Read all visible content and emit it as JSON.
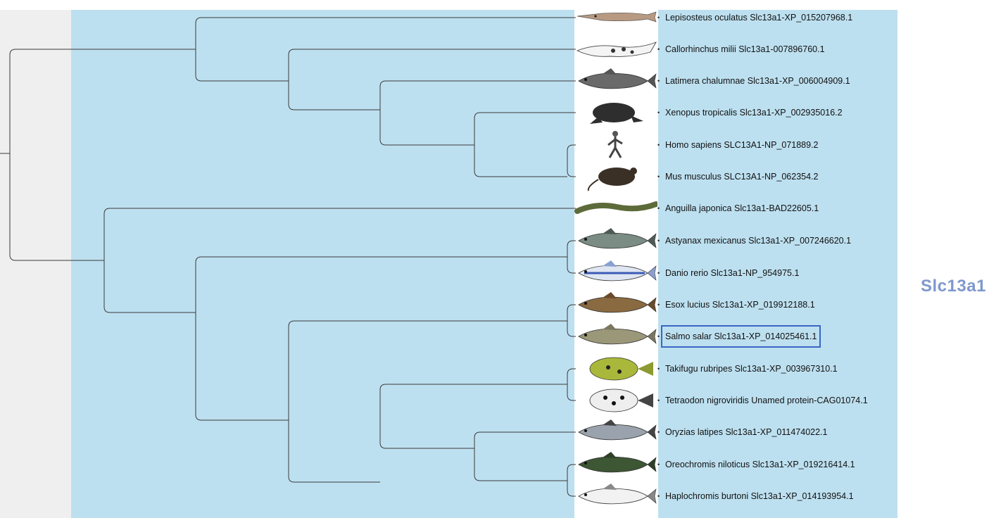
{
  "gene_title": "Slc13a1",
  "highlighted_leaf": "Salmo salar Slc13a1-XP_014025461.1",
  "colors": {
    "tree_panel": "#bde0f0",
    "left_strip": "#efefef",
    "highlight_box": "#3a66c4",
    "title": "#7e98cd"
  },
  "leaves": [
    {
      "label": "Lepisosteus oculatus Slc13a1-XP_015207968.1",
      "icon": "gar-fish-icon"
    },
    {
      "label": "Callorhinchus milii Slc13a1-007896760.1",
      "icon": "elephant-shark-icon"
    },
    {
      "label": "Latimera chalumnae Slc13a1-XP_006004909.1",
      "icon": "coelacanth-icon"
    },
    {
      "label": "Xenopus tropicalis Slc13a1-XP_002935016.2",
      "icon": "frog-icon"
    },
    {
      "label": "Homo sapiens SLC13A1-NP_071889.2",
      "icon": "human-icon"
    },
    {
      "label": "Mus musculus SLC13A1-NP_062354.2",
      "icon": "mouse-icon"
    },
    {
      "label": "Anguilla japonica Slc13a1-BAD22605.1",
      "icon": "eel-icon"
    },
    {
      "label": "Astyanax mexicanus Slc13a1-XP_007246620.1",
      "icon": "cavefish-icon"
    },
    {
      "label": "Danio rerio Slc13a1-NP_954975.1",
      "icon": "zebrafish-icon"
    },
    {
      "label": "Esox lucius Slc13a1-XP_019912188.1",
      "icon": "pike-icon"
    },
    {
      "label": "Salmo salar Slc13a1-XP_014025461.1",
      "icon": "salmon-icon"
    },
    {
      "label": "Takifugu rubripes Slc13a1-XP_003967310.1",
      "icon": "fugu-icon"
    },
    {
      "label": "Tetraodon nigroviridis Unamed protein-CAG01074.1",
      "icon": "pufferfish-icon"
    },
    {
      "label": "Oryzias latipes Slc13a1-XP_011474022.1",
      "icon": "medaka-icon"
    },
    {
      "label": "Oreochromis niloticus Slc13a1-XP_019216414.1",
      "icon": "tilapia-icon"
    },
    {
      "label": "Haplochromis burtoni Slc13a1-XP_014193954.1",
      "icon": "cichlid-icon"
    }
  ]
}
